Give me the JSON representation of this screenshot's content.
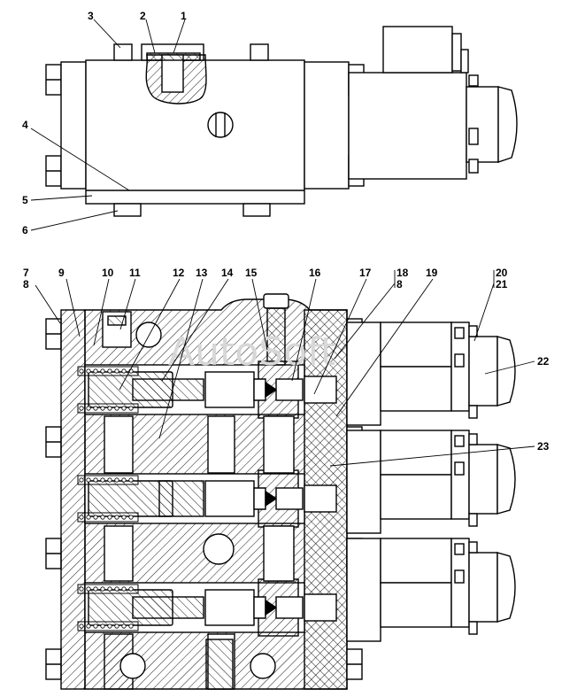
{
  "watermark": "AutoSoft",
  "top_view": {
    "callouts": [
      "3",
      "2",
      "1",
      "4",
      "5",
      "6"
    ]
  },
  "section_view": {
    "callouts": [
      "7",
      "8",
      "9",
      "10",
      "11",
      "12",
      "13",
      "14",
      "15",
      "16",
      "17",
      "18",
      "8",
      "19",
      "20",
      "21",
      "22",
      "23"
    ]
  },
  "colors": {
    "ink": "#000000",
    "hatch": "#000000",
    "paper": "#ffffff",
    "watermark": "#d7d7d7"
  }
}
